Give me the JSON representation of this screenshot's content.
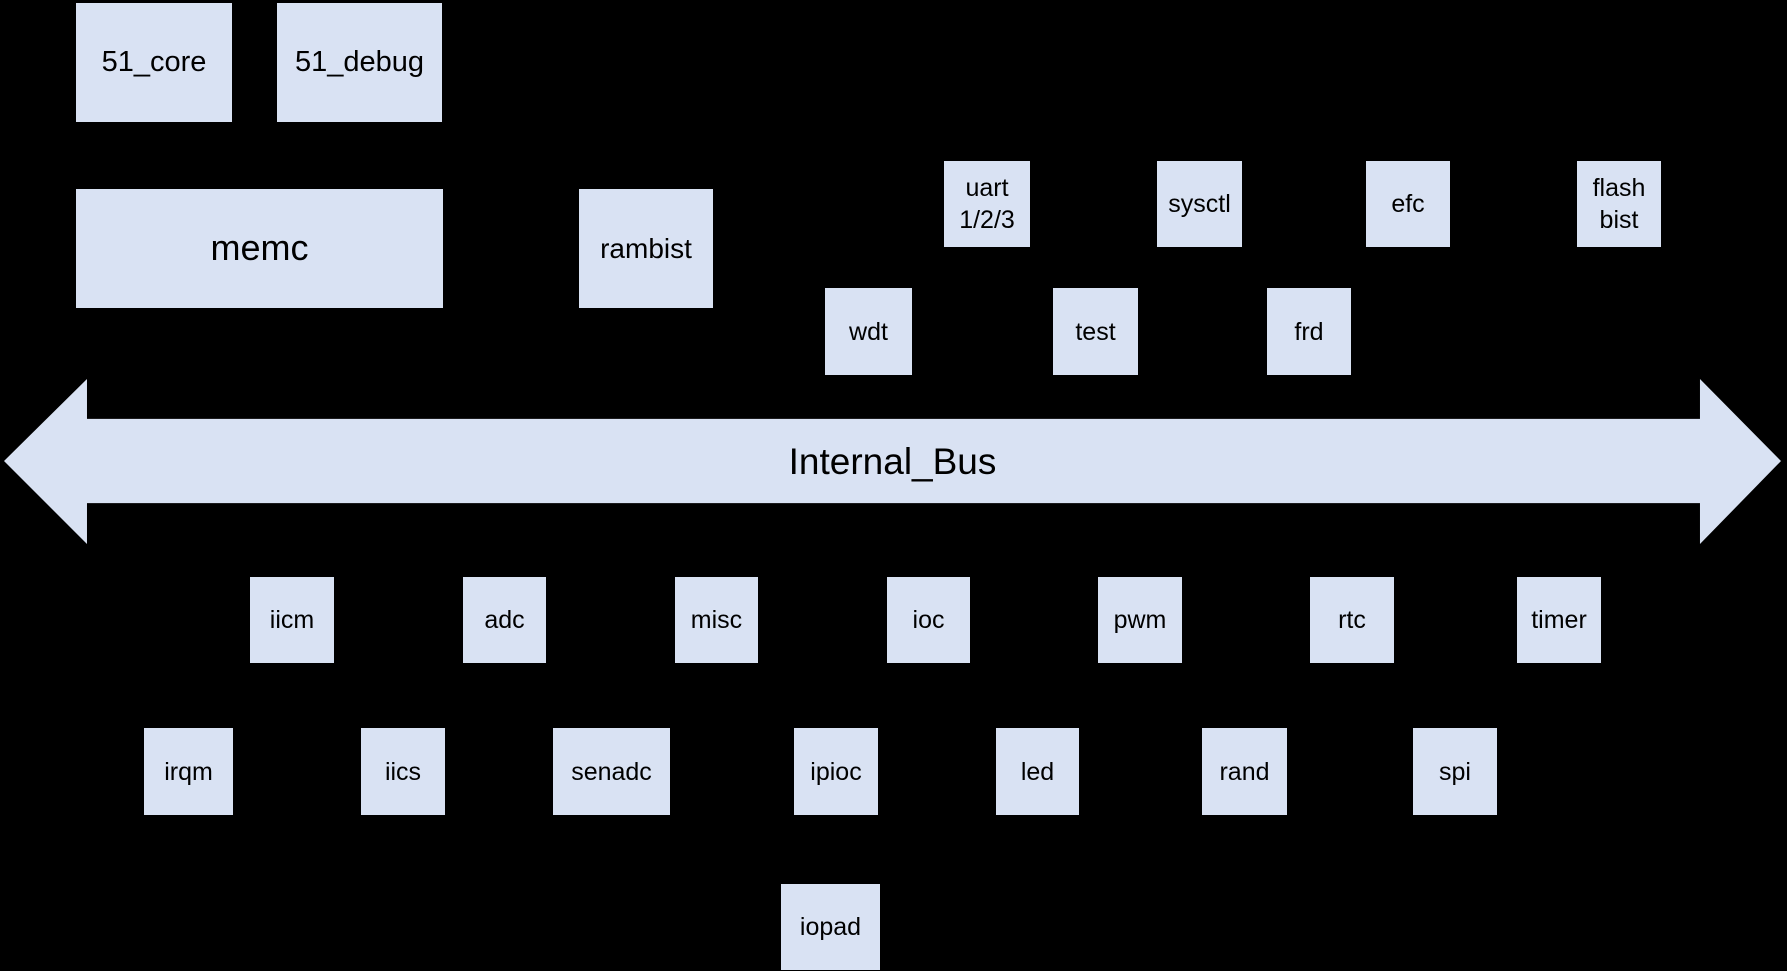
{
  "colors": {
    "background": "#000000",
    "block_fill": "#d9e2f3",
    "text": "#000000"
  },
  "bus": {
    "label": "Internal_Bus"
  },
  "blocks": {
    "core_51": {
      "label": "51_core"
    },
    "debug_51": {
      "label": "51_debug"
    },
    "memc": {
      "label": "memc"
    },
    "rambist": {
      "label": "rambist"
    },
    "uart": {
      "label": "uart\n1/2/3"
    },
    "sysctl": {
      "label": "sysctl"
    },
    "efc": {
      "label": "efc"
    },
    "flash_bist": {
      "label": "flash\nbist"
    },
    "wdt": {
      "label": "wdt"
    },
    "test": {
      "label": "test"
    },
    "frd": {
      "label": "frd"
    },
    "iicm": {
      "label": "iicm"
    },
    "adc": {
      "label": "adc"
    },
    "misc": {
      "label": "misc"
    },
    "ioc": {
      "label": "ioc"
    },
    "pwm": {
      "label": "pwm"
    },
    "rtc": {
      "label": "rtc"
    },
    "timer": {
      "label": "timer"
    },
    "irqm": {
      "label": "irqm"
    },
    "iics": {
      "label": "iics"
    },
    "senadc": {
      "label": "senadc"
    },
    "ipioc": {
      "label": "ipioc"
    },
    "led": {
      "label": "led"
    },
    "rand": {
      "label": "rand"
    },
    "spi": {
      "label": "spi"
    },
    "iopad": {
      "label": "iopad"
    }
  }
}
